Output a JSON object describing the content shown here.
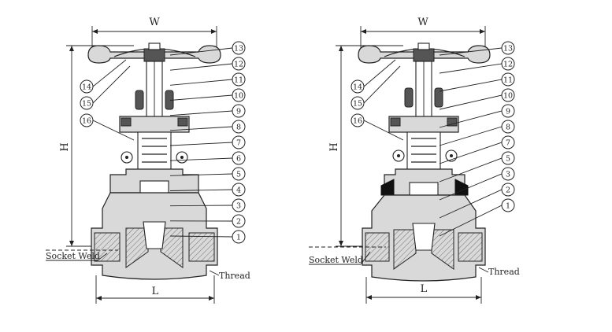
{
  "diagrams": [
    {
      "dim_width": "W",
      "dim_height": "H",
      "dim_length": "L",
      "label_socket": "Socket Weld",
      "label_thread": "Thread",
      "left_callouts": [
        "14",
        "15",
        "16"
      ],
      "right_callouts": [
        "13",
        "12",
        "11",
        "10",
        "9",
        "8",
        "7",
        "6",
        "5",
        "4",
        "3",
        "2",
        "1"
      ]
    },
    {
      "dim_width": "W",
      "dim_height": "H",
      "dim_length": "L",
      "label_socket": "Socket Weld",
      "label_thread": "Thread",
      "left_callouts": [
        "14",
        "15",
        "16"
      ],
      "right_callouts": [
        "13",
        "12",
        "11",
        "10",
        "9",
        "8",
        "7",
        "5",
        "3",
        "2",
        "1"
      ]
    }
  ]
}
